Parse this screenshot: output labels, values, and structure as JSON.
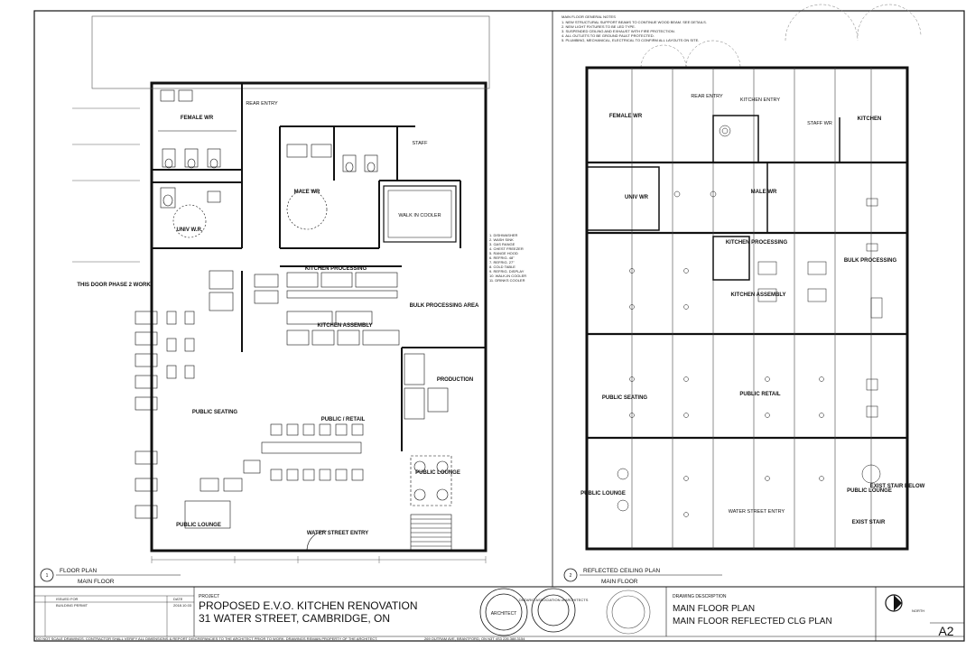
{
  "left_plan": {
    "title": "FLOOR PLAN",
    "subtitle": "MAIN FLOOR",
    "number": "1",
    "rooms": [
      {
        "key": "female_wr",
        "text": "FEMALE WR"
      },
      {
        "key": "rear_entry",
        "text": "REAR ENTRY"
      },
      {
        "key": "male_wr",
        "text": "MALE WR"
      },
      {
        "key": "univ_wr",
        "text": "UNIV W.R."
      },
      {
        "key": "kitchen_processing",
        "text": "KITCHEN PROCESSING"
      },
      {
        "key": "bulk_processing",
        "text": "BULK PROCESSING AREA"
      },
      {
        "key": "kitchen_assembly",
        "text": "KITCHEN ASSEMBLY"
      },
      {
        "key": "this_door",
        "text": "THIS DOOR PHASE 2 WORK"
      },
      {
        "key": "public_seating",
        "text": "PUBLIC SEATING"
      },
      {
        "key": "public_retail",
        "text": "PUBLIC / RETAIL"
      },
      {
        "key": "production",
        "text": "PRODUCTION"
      },
      {
        "key": "public_lounge_a",
        "text": "PUBLIC LOUNGE"
      },
      {
        "key": "public_lounge_b",
        "text": "PUBLIC LOUNGE"
      },
      {
        "key": "water_street_entry",
        "text": "WATER STREET ENTRY"
      },
      {
        "key": "walk_in_cooler",
        "text": "WALK IN COOLER"
      },
      {
        "key": "staff",
        "text": "STAFF"
      }
    ]
  },
  "right_plan": {
    "title": "REFLECTED CEILING PLAN",
    "subtitle": "MAIN FLOOR",
    "number": "2",
    "rooms": [
      {
        "key": "female_wr",
        "text": "FEMALE WR"
      },
      {
        "key": "rear_entry",
        "text": "REAR ENTRY"
      },
      {
        "key": "kitchen_entry",
        "text": "KITCHEN ENTRY"
      },
      {
        "key": "staff_wr",
        "text": "STAFF WR"
      },
      {
        "key": "kitchen",
        "text": "KITCHEN"
      },
      {
        "key": "univ_wr",
        "text": "UNIV WR"
      },
      {
        "key": "male_wr",
        "text": "MALE WR"
      },
      {
        "key": "kitchen_processing",
        "text": "KITCHEN PROCESSING"
      },
      {
        "key": "kitchen_assembly",
        "text": "KITCHEN ASSEMBLY"
      },
      {
        "key": "bulk_processing",
        "text": "BULK PROCESSING"
      },
      {
        "key": "public_seating",
        "text": "PUBLIC SEATING"
      },
      {
        "key": "public_retail",
        "text": "PUBLIC RETAIL"
      },
      {
        "key": "public_lounge_a",
        "text": "PUBLIC LOUNGE"
      },
      {
        "key": "public_lounge_b",
        "text": "PUBLIC LOUNGE"
      },
      {
        "key": "exist_stair_below",
        "text": "EXIST STAIR BELOW"
      },
      {
        "key": "exist_stair",
        "text": "EXIST STAIR"
      },
      {
        "key": "water_street_entry",
        "text": "WATER STREET ENTRY"
      }
    ]
  },
  "title_block": {
    "issued_for_header": "ISSUED FOR",
    "date_header": "DATE",
    "issued_for": "BUILDING PERMIT",
    "date": "2018.10.03",
    "project_label": "PROJECT",
    "project_name": "PROPOSED  E.V.O. KITCHEN RENOVATION",
    "project_address": "31 WATER STREET, CAMBRIDGE, ON",
    "firm_name": "ARCHITECT",
    "association": "ONTARIO ASSOCIATION of ARCHITECTS",
    "drawing_description_label": "DRAWING  DESCRIPTION",
    "drawing_line1": "MAIN FLOOR PLAN",
    "drawing_line2": "MAIN FLOOR REFLECTED CLG PLAN",
    "north_label": "NORTH",
    "sheet_number": "A2",
    "disclaimer": "DO NOT SCALE DRAWINGS. CONTRACTOR SHALL VERIFY ALL DIMENSIONS & REPORT DISCREPANCIES TO THE ARCHITECT PRIOR TO WORK. DRAWINGS REMAIN PROPERTY OF THE ARCHITECT.",
    "address_line": "269 OUTRAM AVE, BRANTFORD, ON  N3T 4S3  226.388.3154"
  },
  "notes_right": {
    "header": "MAIN FLOOR GENERAL NOTES",
    "lines": [
      "1. NEW STRUCTURAL SUPPORT BEAMS TO CONTINUE WOOD BEAM. SEE DETAILS.",
      "2. NEW LIGHT FIXTURES TO BE LED TYPE.",
      "3. SUSPENDED CEILING AND EXHAUST WITH FIRE PROTECTION.",
      "4. ALL OUTLETS TO BE GROUND FAULT PROTECTED.",
      "5. PLUMBING, MECHANICAL, ELECTRICAL TO CONFIRM ALL LAYOUTS ON SITE."
    ]
  },
  "notes_left_legend": [
    "1. DISHWASHER",
    "2. WASH SINK",
    "3. GAS RANGE",
    "4. CHEST FREEZER",
    "5. RANGE HOOD",
    "6. REFRIG. 48\"",
    "7. REFRIG. 27\"",
    "8. COLD TABLE",
    "9. REFRIG. DISPLAY",
    "10. WALK-IN COOLER",
    "11. DRINKS COOLER"
  ]
}
